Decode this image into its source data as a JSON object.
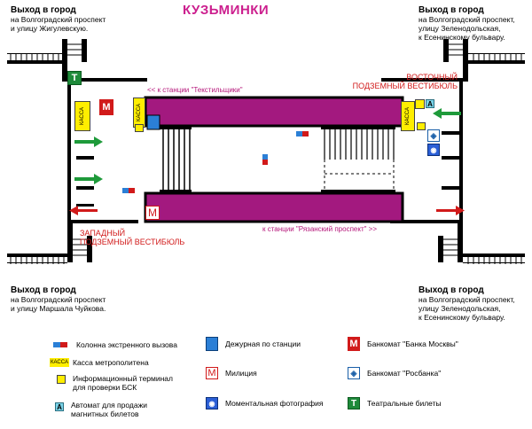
{
  "station": {
    "name": "КУЗЬМИНКИ"
  },
  "exits": {
    "top_left": {
      "title": "Выход в город",
      "lines": [
        "на Волгоградский проспект",
        "и улицу Жигулевскую."
      ]
    },
    "top_right": {
      "title": "Выход в город",
      "lines": [
        "на Волгоградский проспект,",
        "улицу Зеленодольская,",
        "к Есенинскому бульвару."
      ]
    },
    "bottom_left": {
      "title": "Выход в город",
      "lines": [
        "на Волгоградский проспект",
        "и улицу Маршала Чуйкова."
      ]
    },
    "bottom_right": {
      "title": "Выход в город",
      "lines": [
        "на Волгоградский проспект,",
        "улицу Зеленодольская,",
        "к Есенинскому бульвару."
      ]
    }
  },
  "directions": {
    "top": "<< к станции \"Текстильщики\"",
    "bottom": "к станции \"Рязанский проспект\" >>"
  },
  "vestibules": {
    "east": [
      "ВОСТОЧНЫЙ",
      "ПОДЗЕМНЫЙ ВЕСТИБЮЛЬ"
    ],
    "west": [
      "ЗАПАДНЫЙ",
      "ПОДЗЕМНЫЙ ВЕСТИБЮЛЬ"
    ]
  },
  "map_labels": {
    "kassa": "КАССА",
    "theatre_icon": "T",
    "militia_icon": "M",
    "atm_icon": "M",
    "automat_icon": "A"
  },
  "legend": {
    "emergency": "Колонна экстренного вызова",
    "kassa_icon": "КАССА",
    "kassa": "Касса метрополитена",
    "terminal": [
      "Информационный терминал",
      "для проверки БСК"
    ],
    "automat": [
      "Автомат для продажи",
      "магнитных билетов"
    ],
    "duty": "Дежурная по станции",
    "militia": "Милиция",
    "photo": "Моментальная фотография",
    "atm_moscow": "Банкомат \"Банка Москвы\"",
    "atm_rosbank": "Банкомат \"Росбанка\"",
    "theatre": "Театральные билеты"
  },
  "colors": {
    "platform": "#a3197f",
    "accent_text": "#cc1f8e",
    "arrow_green": "#1e9a3a",
    "arrow_red": "#d11a1a",
    "kassa_yellow": "#ffee00",
    "duty_blue": "#2b7fd6",
    "theatre_green": "#1e8a3a"
  }
}
